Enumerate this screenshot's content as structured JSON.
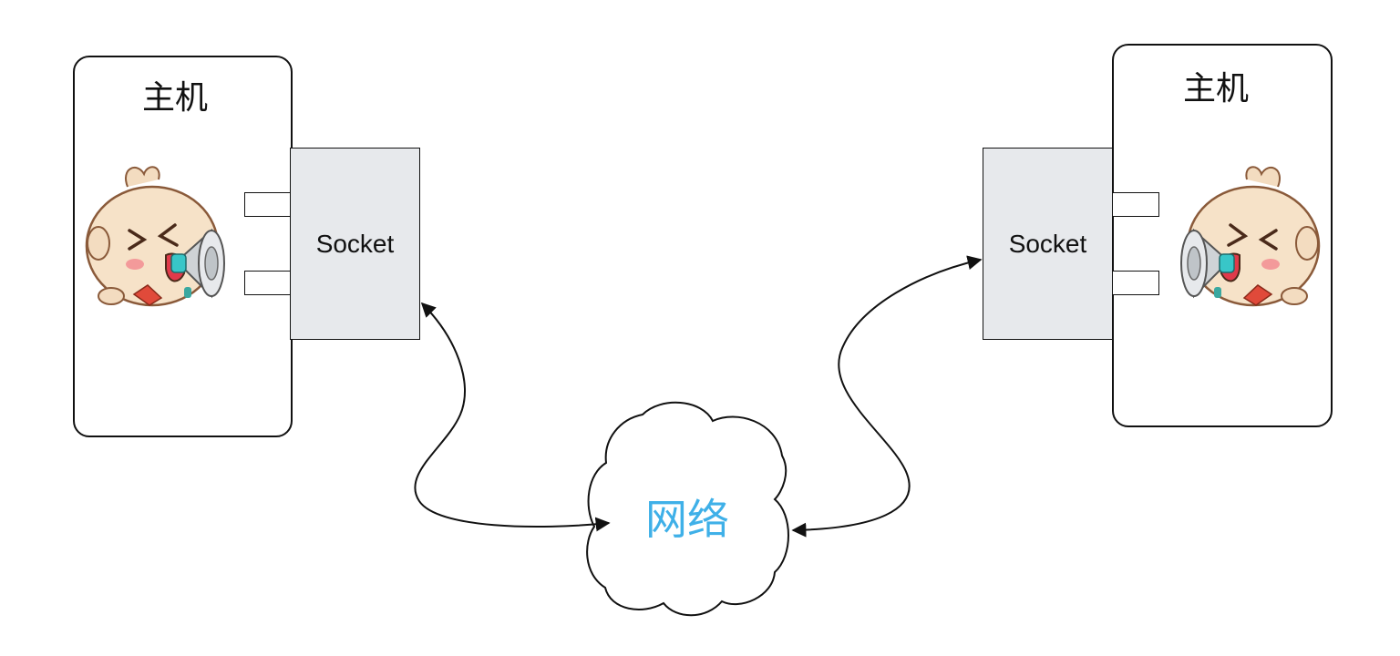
{
  "left_host": {
    "title": "主机",
    "socket_label": "Socket"
  },
  "right_host": {
    "title": "主机",
    "socket_label": "Socket"
  },
  "network": {
    "label": "网络"
  },
  "colors": {
    "socket_fill": "#e7e9ec",
    "network_text": "#3fb0e8",
    "border": "#111111"
  }
}
